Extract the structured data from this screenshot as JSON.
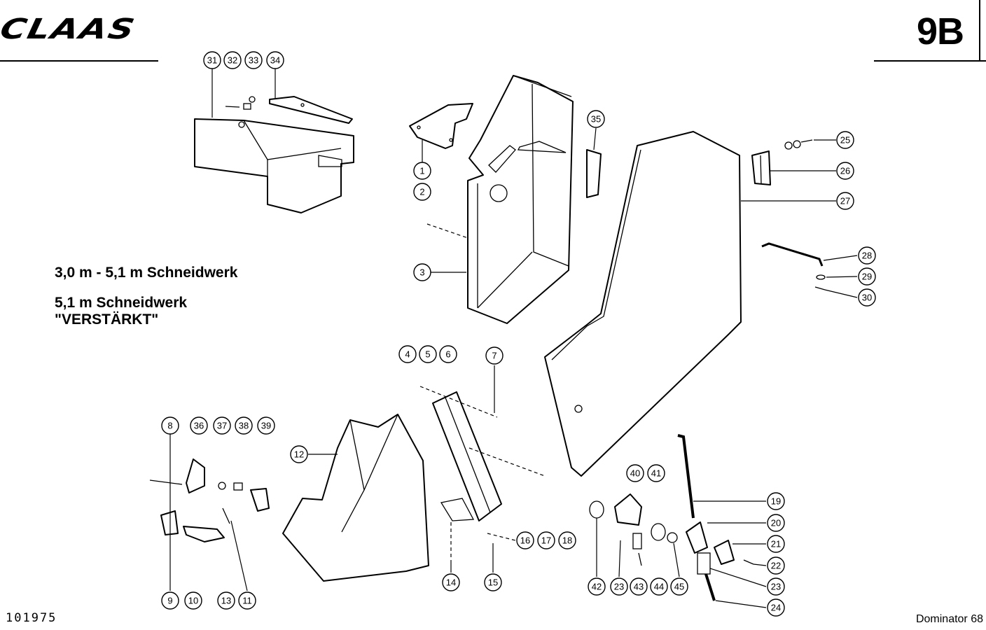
{
  "header": {
    "brand": "CLAAS",
    "page_code": "9B"
  },
  "captions": {
    "line1": "3,0 m - 5,1 m Schneidwerk",
    "line2": "5,1 m Schneidwerk",
    "line3": "\"VERSTÄRKT\""
  },
  "footer": {
    "doc_number": "101975",
    "model": "Dominator 68"
  },
  "callouts": [
    "1",
    "2",
    "3",
    "4",
    "5",
    "6",
    "7",
    "8",
    "9",
    "10",
    "11",
    "12",
    "13",
    "14",
    "15",
    "16",
    "17",
    "18",
    "19",
    "20",
    "21",
    "22",
    "23",
    "24",
    "25",
    "26",
    "27",
    "28",
    "29",
    "30",
    "31",
    "32",
    "33",
    "34",
    "35",
    "36",
    "37",
    "38",
    "39",
    "40",
    "41",
    "42",
    "43",
    "44",
    "45"
  ]
}
